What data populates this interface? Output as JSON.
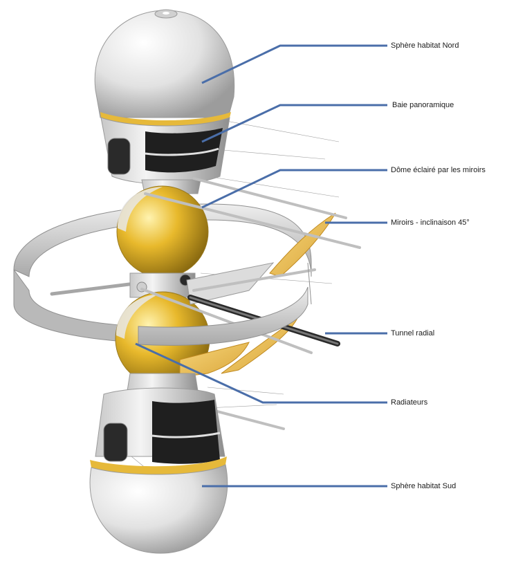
{
  "labels": [
    {
      "id": "north-sphere",
      "text": "Sphère habitat Nord"
    },
    {
      "id": "panoramic-bay",
      "text": "Baie panoramique"
    },
    {
      "id": "dome",
      "text": "Dôme éclairé par les miroirs"
    },
    {
      "id": "mirrors",
      "text": "Miroirs - inclinaison 45°"
    },
    {
      "id": "radial-tunnel",
      "text": "Tunnel radial"
    },
    {
      "id": "radiators",
      "text": "Radiateurs"
    },
    {
      "id": "south-sphere",
      "text": "Sphère habitat Sud"
    }
  ],
  "colors": {
    "leader": "#4a6ea9",
    "gold": "#e6b93a",
    "shell": "#d9d9d9",
    "window": "#1f1f1f",
    "ring": "#cfcfcf"
  }
}
